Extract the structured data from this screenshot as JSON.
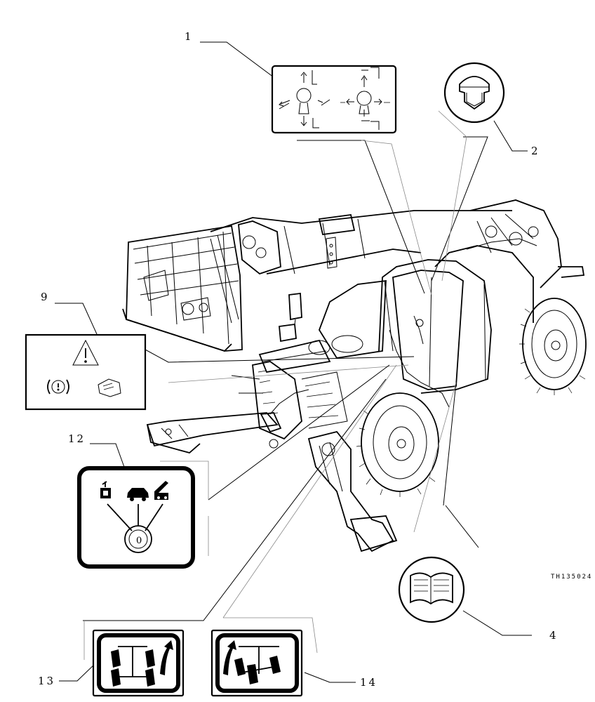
{
  "callouts": [
    {
      "id": "c1",
      "label": "1"
    },
    {
      "id": "c2",
      "label": "2"
    },
    {
      "id": "c4",
      "label": "4"
    },
    {
      "id": "c9",
      "label": "9"
    },
    {
      "id": "c12",
      "label": "12"
    },
    {
      "id": "c13",
      "label": "13"
    },
    {
      "id": "c14",
      "label": "14"
    }
  ],
  "drawing_code": "TH135024",
  "decals": {
    "joystick": {
      "icon": "joystick-controls-icon"
    },
    "helmet": {
      "icon": "helmet-icon"
    },
    "manual": {
      "icon": "open-book-icon"
    },
    "warning": {
      "icon": "warning-triangle-icon",
      "icons": [
        "parking-brake-icon",
        "manual-icon"
      ]
    },
    "steering_mode": {
      "icon": "steering-mode-selector-icon",
      "dial_text": "0"
    },
    "steer_left": {
      "icon": "crab-steer-icon"
    },
    "steer_right": {
      "icon": "four-wheel-steer-icon"
    }
  },
  "colors": {
    "line": "#000000",
    "background": "#ffffff"
  }
}
